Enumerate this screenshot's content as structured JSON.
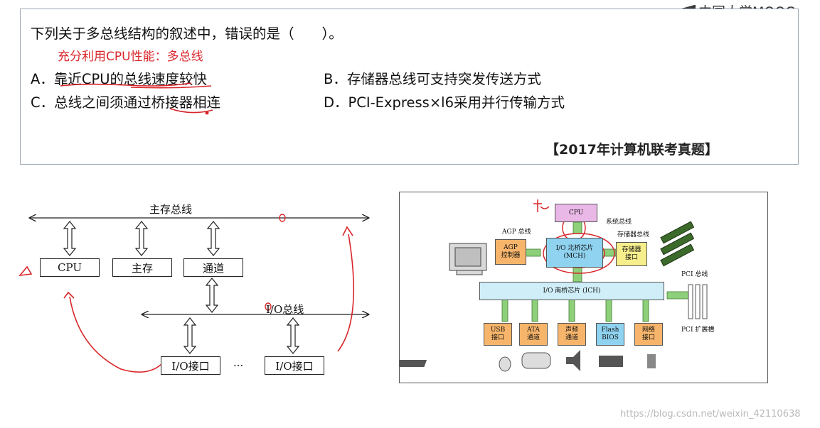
{
  "logo": {
    "text": "中国大学MOOC"
  },
  "question": {
    "stem": "下列关于多总线结构的叙述中，错误的是（　　）。",
    "handwritten_note": "充分利用CPU性能：多总线",
    "options": {
      "A": "A．靠近CPU的总线速度较快",
      "B": "B．存储器总线可支持突发传送方式",
      "C": "C．总线之间须通过桥接器相连",
      "D": "D．PCI-Express×l6采用并行传输方式"
    },
    "source": "【2017年计算机联考真题】"
  },
  "left_diagram": {
    "main_bus": "主存总线",
    "cpu": "CPU",
    "memory": "主存",
    "channel": "通道",
    "io_bus": "I/O总线",
    "io_port_1": "I/O接口",
    "dots": "···",
    "io_port_2": "I/O接口"
  },
  "right_figure": {
    "cpu": "CPU",
    "system_bus": "系统总线",
    "agp_bus": "AGP 总线",
    "memory_bus": "存储器总线",
    "agp_ctrl": "AGP\n控制器",
    "north_bridge": "I/O 北桥芯片\n(MCH)",
    "mem_port": "存储器\n接口",
    "pci_bus": "PCI 总线",
    "south_bridge": "I/O 南桥芯片 (ICH)",
    "pci_slot": "PCI 扩展槽",
    "usb": "USB\n接口",
    "ata": "ATA\n通道",
    "audio": "声频\n通道",
    "flash": "Flash\nBIOS",
    "net": "网络\n接口"
  },
  "watermark": "https://blog.csdn.net/weixin_42110638",
  "colors": {
    "handwriting": "#d8262a",
    "chip_orange": "#f7b56b",
    "chip_blue": "#8fd3f0",
    "chip_pink": "#e9b8e6",
    "chip_yellow": "#f7ee8c",
    "chip_lightblue": "#cfeef8",
    "arrow_green": "#8ed07a"
  }
}
